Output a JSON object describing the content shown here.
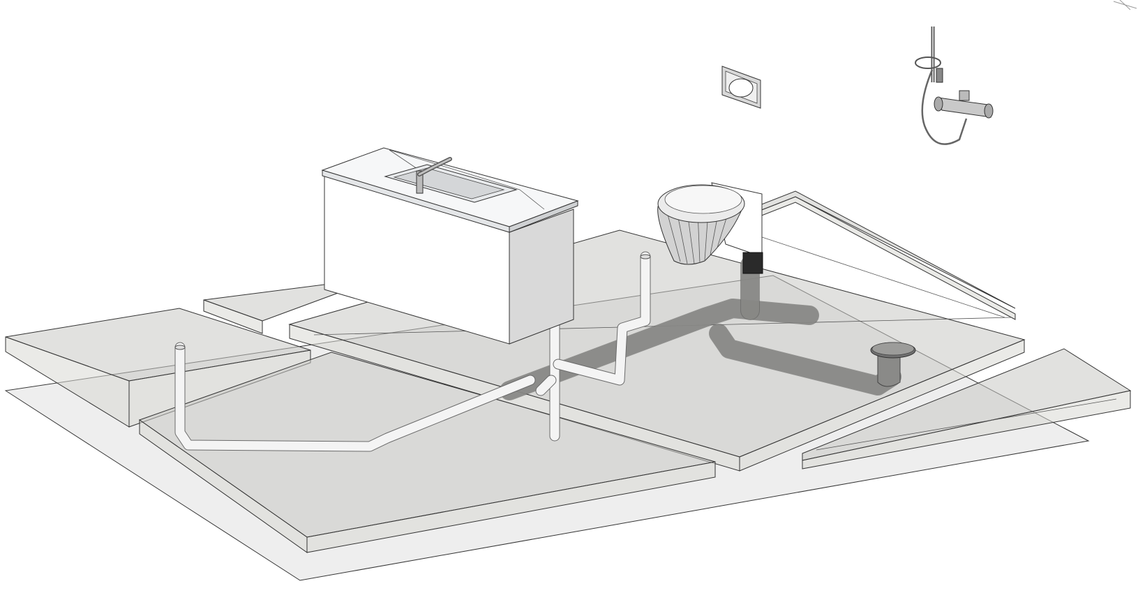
{
  "view": {
    "background_color": "#ffffff",
    "floor_color": "#eeeeee",
    "slab_color": "#c9c9c4",
    "line_color": "#333333",
    "drain_pipe_color": "#8c8c8a",
    "supply_pipe_color": "#f4f4f4"
  },
  "objects": [
    {
      "name": "ground-plane",
      "icon": "floor-plane-icon"
    },
    {
      "name": "floor-slabs",
      "icon": "slab-icon"
    },
    {
      "name": "sink-cabinet",
      "icon": "sink-icon"
    },
    {
      "name": "faucet",
      "icon": "faucet-icon"
    },
    {
      "name": "wall-hung-toilet",
      "icon": "toilet-icon"
    },
    {
      "name": "flush-plate",
      "icon": "flush-plate-icon"
    },
    {
      "name": "shower-mixer",
      "icon": "shower-icon"
    },
    {
      "name": "floor-drain",
      "icon": "floor-drain-icon"
    },
    {
      "name": "drain-pipes",
      "icon": "pipe-icon"
    },
    {
      "name": "vent-pipes",
      "icon": "pipe-icon"
    }
  ]
}
